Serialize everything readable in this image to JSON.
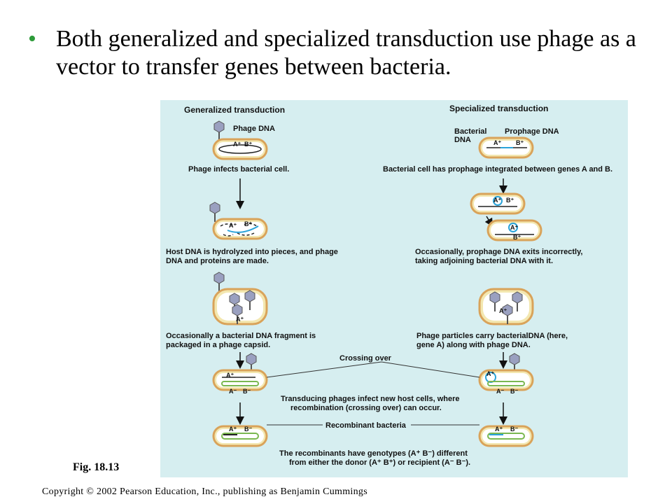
{
  "slide": {
    "bullet": "•",
    "text": "Both generalized and specialized transduction use phage as a vector to transfer genes between bacteria.",
    "fig_label": "Fig. 18.13",
    "copyright": "Copyright © 2002 Pearson Education, Inc., publishing as Benjamin Cummings"
  },
  "diagram": {
    "generalized": {
      "title": "Generalized transduction",
      "phage_dna": "Phage DNA",
      "step1_caption": "Phage infects bacterial cell.",
      "step2_caption_1": "Host DNA is hydrolyzed into pieces, and phage",
      "step2_caption_2": "DNA and proteins are made.",
      "step3_caption_1": "Occasionally a bacterial DNA fragment is",
      "step3_caption_2": "packaged in a phage capsid."
    },
    "specialized": {
      "title": "Specialized transduction",
      "bacterial_dna_1": "Bacterial",
      "bacterial_dna_2": "DNA",
      "prophage_dna": "Prophage DNA",
      "step1_caption": "Bacterial cell has prophage integrated between genes A and B.",
      "step2_caption_1": "Occasionally, prophage DNA exits incorrectly,",
      "step2_caption_2": "taking adjoining bacterial DNA with it.",
      "step3_caption_1": "Phage particles carry bacterialDNA (here,",
      "step3_caption_2": "gene A) along with phage DNA."
    },
    "shared": {
      "crossing_over": "Crossing over",
      "transducing_caption_1": "Transducing phages infect new host cells, where",
      "transducing_caption_2": "recombination (crossing over) can occur.",
      "recombinant_bacteria": "Recombinant bacteria",
      "final_caption_1": "The recombinants have genotypes (A⁺ B⁻) different",
      "final_caption_2": "from either the donor (A⁺ B⁺) or recipient (A⁻ B⁻)."
    },
    "genes": {
      "a_plus": "A⁺",
      "b_plus": "B⁺",
      "a_minus": "A⁻",
      "b_minus": "B⁻"
    },
    "colors": {
      "panel": "#d6eef0",
      "cell_wall": "#d9a35a",
      "cell_fill": "#f3e7b0",
      "bacterial_dna": "#222222",
      "phage_dna": "#2aa3d9",
      "recipient_dna": "#7ab850",
      "phage_head": "#9aa0c0",
      "accent_bullet": "#2e9b3a"
    }
  }
}
